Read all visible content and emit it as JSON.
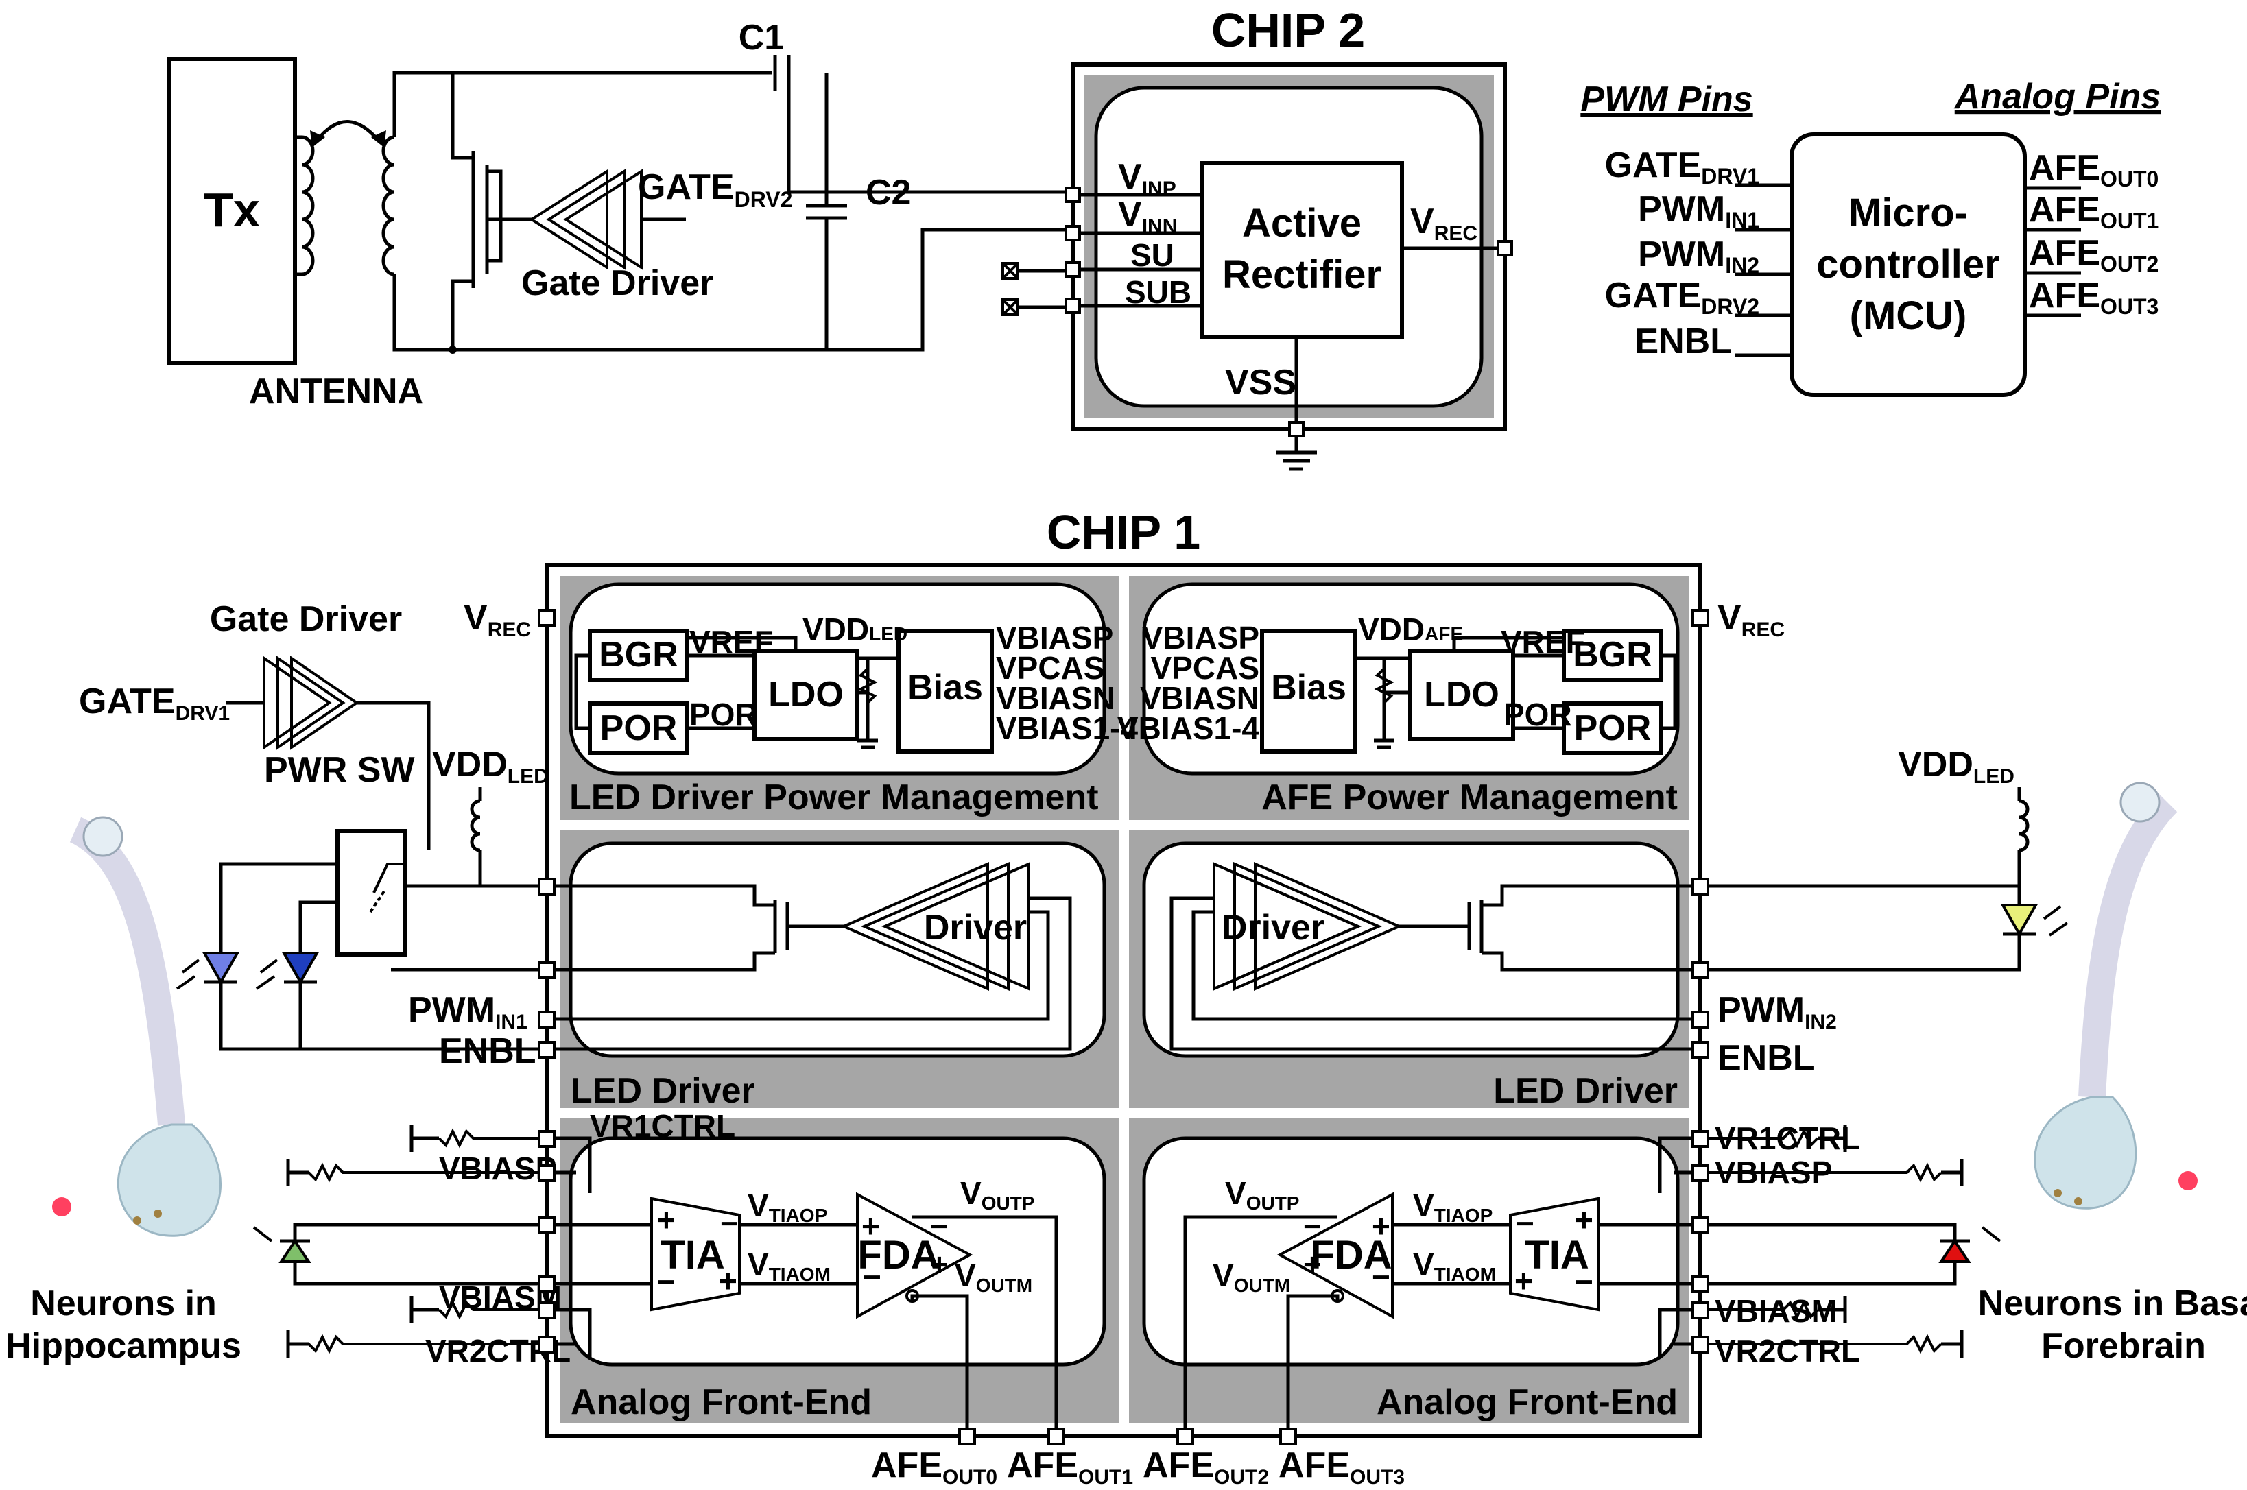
{
  "chip2": {
    "title": "CHIP 2",
    "block": {
      "line1": "Active",
      "line2": "Rectifier"
    },
    "pins": {
      "vinp": "V",
      "vinp_sub": "INP",
      "vinn": "V",
      "vinn_sub": "INN",
      "su": "SU",
      "sub": "SUB",
      "vss": "VSS",
      "vrec": "V",
      "vrec_sub": "REC"
    }
  },
  "antenna": {
    "tx": "Tx",
    "label": "ANTENNA",
    "c1": "C1",
    "c2": "C2",
    "gate": "GATE",
    "gate_sub": "DRV2",
    "gate_driver": "Gate Driver"
  },
  "mcu": {
    "pwm_header": "PWM Pins",
    "analog_header": "Analog Pins",
    "line1": "Micro-",
    "line2": "controller",
    "line3": "(MCU)",
    "left_pins": [
      {
        "name": "GATE",
        "sub": "DRV1"
      },
      {
        "name": "PWM",
        "sub": "IN1"
      },
      {
        "name": "PWM",
        "sub": "IN2"
      },
      {
        "name": "GATE",
        "sub": "DRV2"
      },
      {
        "name": "ENBL",
        "sub": ""
      }
    ],
    "right_pins": [
      {
        "name": "AFE",
        "sub": "OUT0"
      },
      {
        "name": "AFE",
        "sub": "OUT1"
      },
      {
        "name": "AFE",
        "sub": "OUT2"
      },
      {
        "name": "AFE",
        "sub": "OUT3"
      }
    ]
  },
  "chip1": {
    "title": "CHIP 1",
    "vrec": "V",
    "vrec_sub": "REC",
    "left_pm": {
      "title": "LED Driver Power Management",
      "bgr": "BGR",
      "por": "POR",
      "ldo": "LDO",
      "bias": "Bias",
      "vref": "VREF",
      "por_sig": "POR",
      "vdd": "VDD",
      "vdd_sub": "LED",
      "outs": [
        "VBIASP",
        "VPCAS",
        "VBIASN",
        "VBIAS1-4"
      ]
    },
    "right_pm": {
      "title": "AFE Power Management",
      "bgr": "BGR",
      "por": "POR",
      "ldo": "LDO",
      "bias": "Bias",
      "vref": "VREF",
      "por_sig": "POR",
      "vdd": "VDD",
      "vdd_sub": "AFE",
      "ins": [
        "VBIASP",
        "VPCAS",
        "VBIASN",
        "VBIAS1-4"
      ]
    },
    "led_left": {
      "title": "LED Driver",
      "driver": "Driver",
      "pwm": "PWM",
      "pwm_sub": "IN1",
      "enbl": "ENBL"
    },
    "led_right": {
      "title": "LED Driver",
      "driver": "Driver",
      "pwm": "PWM",
      "pwm_sub": "IN2",
      "enbl": "ENBL"
    },
    "afe_left": {
      "title": "Analog Front-End",
      "tia": "TIA",
      "fda": "FDA",
      "vtiaop": "V",
      "vtiaop_sub": "TIAOP",
      "vtiaom": "V",
      "vtiaom_sub": "TIAOM",
      "voutp": "V",
      "voutp_sub": "OUTP",
      "voutm": "V",
      "voutm_sub": "OUTM",
      "pins": [
        "VR1CTRL",
        "VBIASP",
        "VBIASM",
        "VR2CTRL"
      ]
    },
    "afe_right": {
      "title": "Analog Front-End",
      "tia": "TIA",
      "fda": "FDA",
      "vtiaop": "V",
      "vtiaop_sub": "TIAOP",
      "vtiaom": "V",
      "vtiaom_sub": "TIAOM",
      "voutp": "V",
      "voutp_sub": "OUTP",
      "voutm": "V",
      "voutm_sub": "OUTM",
      "pins": [
        "VR1CTRL",
        "VBIASP",
        "VBIASM",
        "VR2CTRL"
      ]
    },
    "bottom_pins": [
      {
        "name": "AFE",
        "sub": "OUT0"
      },
      {
        "name": "AFE",
        "sub": "OUT1"
      },
      {
        "name": "AFE",
        "sub": "OUT2"
      },
      {
        "name": "AFE",
        "sub": "OUT3"
      }
    ]
  },
  "external": {
    "gate_driver": "Gate Driver",
    "gate_drv1": "GATE",
    "gate_drv1_sub": "DRV1",
    "pwr_sw": "PWR SW",
    "vdd_led": "VDD",
    "vdd_led_sub": "LED",
    "neurons_left_1": "Neurons in",
    "neurons_left_2": "Hippocampus",
    "neurons_right_1": "Neurons in Basal",
    "neurons_right_2": "Forebrain"
  },
  "colors": {
    "gray": "#a6a6a6",
    "led_blue": "#6f7fe6",
    "led_darkblue": "#1f3fbf",
    "led_yellow": "#e8f07a",
    "led_green": "#7fbf6a",
    "led_red": "#e01010"
  }
}
